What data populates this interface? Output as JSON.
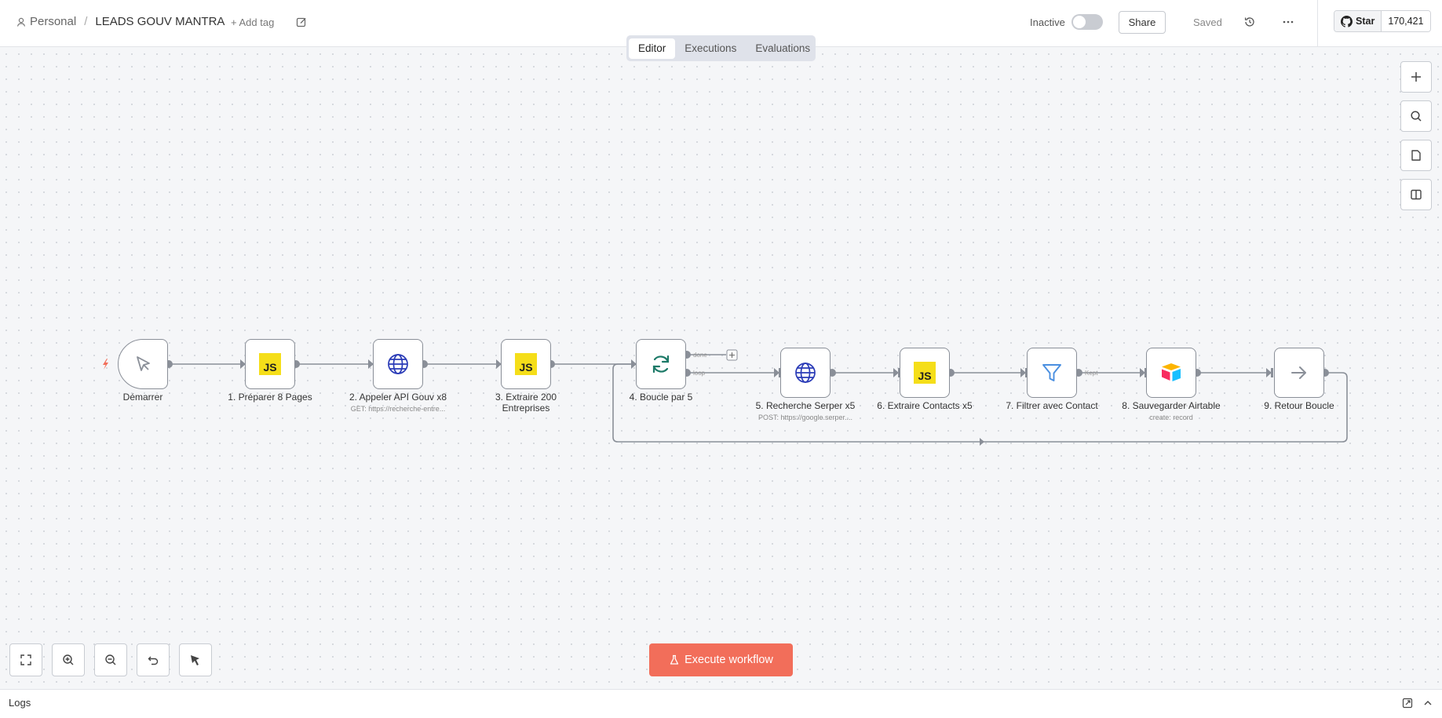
{
  "header": {
    "project": "Personal",
    "separator": "/",
    "workflow_name": "LEADS GOUV MANTRA",
    "add_tag": "+ Add tag",
    "status_label": "Inactive",
    "share_label": "Share",
    "saved_label": "Saved",
    "github_star_label": "Star",
    "github_star_count": "170,421"
  },
  "tabs": [
    {
      "label": "Editor",
      "active": true
    },
    {
      "label": "Executions",
      "active": false
    },
    {
      "label": "Evaluations",
      "active": false
    }
  ],
  "nodes": [
    {
      "label": "Démarrer",
      "sub": "",
      "icon": "cursor-icon"
    },
    {
      "label": "1. Préparer 8 Pages",
      "sub": "",
      "icon": "js-icon"
    },
    {
      "label": "2. Appeler API Gouv x8",
      "sub": "GET: https://recherche-entre...",
      "icon": "globe-icon"
    },
    {
      "label": "3. Extraire 200 Entreprises",
      "sub": "",
      "icon": "js-icon"
    },
    {
      "label": "4. Boucle par 5",
      "sub": "",
      "icon": "loop-icon"
    },
    {
      "label": "5. Recherche Serper x5",
      "sub": "POST: https://google.serper....",
      "icon": "globe-icon"
    },
    {
      "label": "6. Extraire Contacts x5",
      "sub": "",
      "icon": "js-icon"
    },
    {
      "label": "7. Filtrer avec Contact",
      "sub": "",
      "icon": "filter-icon"
    },
    {
      "label": "8. Sauvegarder Airtable",
      "sub": "create: record",
      "icon": "airtable-icon"
    },
    {
      "label": "9. Retour Boucle",
      "sub": "",
      "icon": "arrow-right-icon"
    }
  ],
  "connection_labels": {
    "done": "done",
    "loop": "loop",
    "kept": "Kept"
  },
  "js_badge": "JS",
  "execute_label": "Execute workflow",
  "logs_label": "Logs",
  "colors": {
    "accent": "#f26e5a",
    "canvas": "#f5f6f8",
    "js_yellow": "#f5de19"
  }
}
